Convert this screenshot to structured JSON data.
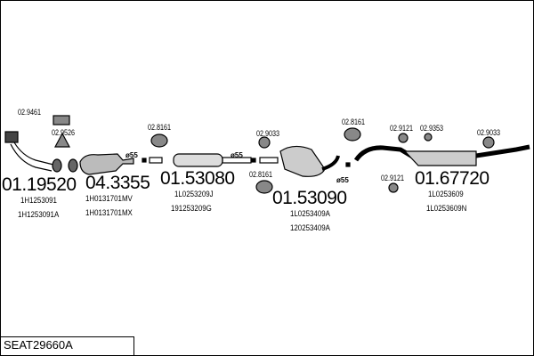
{
  "code": "SEAT29660A",
  "parts": [
    {
      "number": "01.19520",
      "refs": [
        "1H1253091",
        "1H1253091A"
      ]
    },
    {
      "number": "04.3355",
      "refs": [
        "1H0131701MV",
        "1H0131701MX"
      ]
    },
    {
      "number": "01.53080",
      "refs": [
        "1L0253209J",
        "191253209G"
      ]
    },
    {
      "number": "01.53090",
      "refs": [
        "1L0253409A",
        "120253409A"
      ]
    },
    {
      "number": "01.67720",
      "refs": [
        "1L0253609",
        "1L0253609N"
      ]
    }
  ],
  "accessories": [
    "02.9461",
    "02.9526",
    "02.8161",
    "02.9033",
    "02.8161",
    "02.8161",
    "02.9121",
    "02.9353",
    "02.9033",
    "02.9121"
  ],
  "diameters": [
    "ø55",
    "ø55",
    "ø55"
  ]
}
